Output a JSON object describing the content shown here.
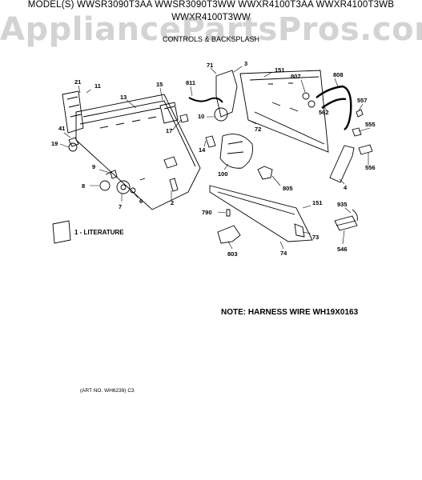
{
  "header": {
    "models_line1": "MODEL(S) WWSR3090T3AA  WWSR3090T3WW  WWXR4100T3AA  WWXR4100T3WB",
    "models_line2": "WWXR4100T3WW",
    "section_title": "CONTROLS & BACKSPLASH"
  },
  "watermark": "AppliancePartsPros.com",
  "literature_label": "1 - LITERATURE",
  "note": "NOTE: HARNESS WIRE WH19X0163",
  "art_number": "(ART NO. WH6239)  C3",
  "part_callouts": [
    "21",
    "11",
    "13",
    "15",
    "811",
    "71",
    "3",
    "151",
    "807",
    "808",
    "557",
    "562",
    "555",
    "556",
    "41",
    "19",
    "17",
    "10",
    "72",
    "14",
    "100",
    "4",
    "9",
    "8",
    "6",
    "7",
    "2",
    "805",
    "151",
    "935",
    "790",
    "73",
    "803",
    "74",
    "546"
  ],
  "colors": {
    "ink": "#000000",
    "watermark": "#969696"
  }
}
